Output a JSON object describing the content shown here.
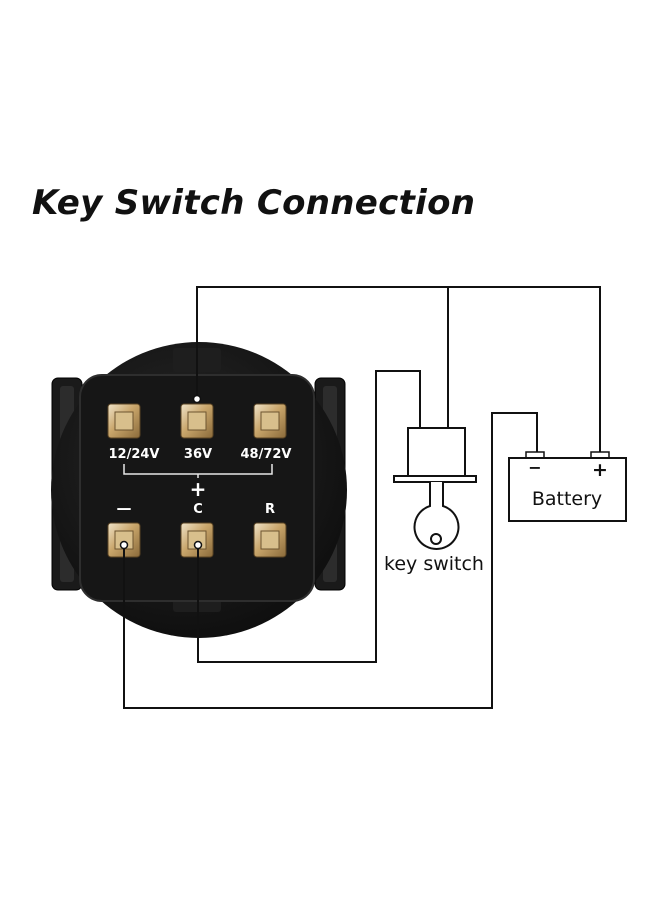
{
  "title": "Key Switch Connection",
  "terminals_top": [
    "12/24V",
    "36V",
    "48/72V"
  ],
  "plus_label": "+",
  "terminals_bottom": [
    "—",
    "C",
    "R"
  ],
  "key_switch_label": "key switch",
  "battery": {
    "label": "Battery",
    "neg": "−",
    "pos": "+"
  },
  "colors": {
    "meter_body": "#141414",
    "terminal_brass": "#c9a66b",
    "wire": "#111111"
  }
}
